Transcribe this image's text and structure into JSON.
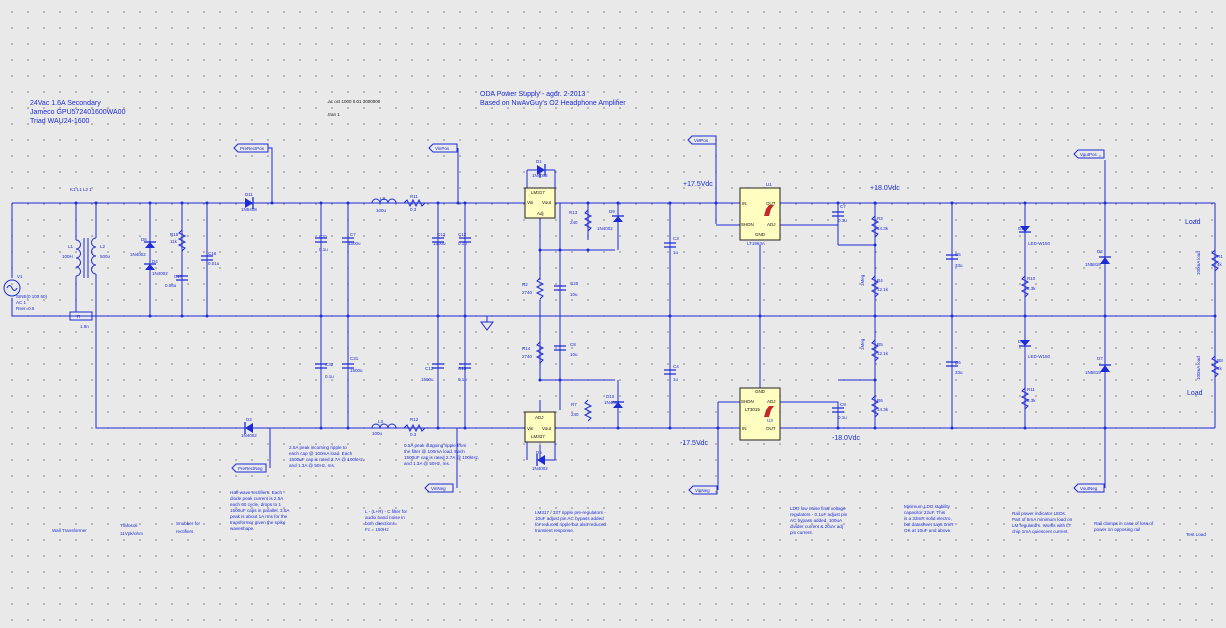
{
  "header": {
    "title_lines": [
      "ODA Power Supply - agdr. 2-2013",
      "Based on NwAvGuy's O2 Headphone Amplifier"
    ],
    "source_lines": [
      "24Vac 1.6A Secondary",
      "Jameco GPU572401600WA00",
      "Triad WAU24-1600"
    ],
    "sim_cmds": [
      ".ac oct 1000 0.01 3000000",
      ".tran 1"
    ]
  },
  "netlabels": {
    "pre_rect_pos": "PreRectPos",
    "pre_rect_neg": "PreRectNeg",
    "v_in_pos": "VinPos",
    "v_in_neg": "VinNeg",
    "v_in_pos2": "VinPos",
    "v_in_neg2": "VinNeg",
    "v_out_pos": "VoutPos",
    "v_out_neg": "VoutNeg"
  },
  "voltages": {
    "pos_in": "+17.5Vdc",
    "pos_out": "+18.0Vdc",
    "neg_in": "-17.5Vdc",
    "neg_out": "-18.0Vdc"
  },
  "components": {
    "k1": "K1 L1 L2 1",
    "l1": "L1",
    "l1_val": "100H",
    "l2": "L2",
    "l2_val": "500u",
    "r_tx": "R",
    "r_tx_val": "1.8n",
    "v1": "V1",
    "v1_spec": [
      "SINE(0 100 60)",
      "AC 1",
      "Rser=0.5"
    ],
    "d11": "D11",
    "d11_val": "1N5408",
    "d3": "D3",
    "d3_val": "1N4002",
    "d6": "D6",
    "d6_val": "1N4002",
    "d4": "D4",
    "d4_val": "1N4002",
    "r15": "R15",
    "r15_val": "11k",
    "c17": "C17",
    "c17_val": "0.06u",
    "c16": "C16",
    "c16_val": "0.01u",
    "c31": "C31",
    "c31_val": "0.1u",
    "c7": "C7",
    "c7_val": "1500u",
    "c32": "C32",
    "c32_val": "0.1u",
    "c31b": "C31",
    "c31b_val": "1500u",
    "l3": "L3",
    "l3_val": "100u",
    "r11": "R11",
    "r11_val": "0.3",
    "l3b": "L3",
    "l3b_val": "100u",
    "r12": "R12",
    "r12_val": "0.3",
    "c13": "C13",
    "c13_val": "1500u",
    "c12": "C12",
    "c12_val": "0.1u",
    "c12b": "C12",
    "c12b_val": "1500u",
    "c13b": "C13",
    "c13b_val": "0.1u",
    "lm317": "LM317",
    "lm337": "LM337",
    "d1": "D1",
    "d1_val": "1N4002",
    "d5": "D5",
    "d5_val": "1N4002",
    "r13": "R13",
    "r13_val": "240",
    "d9": "D9",
    "d9_val": "1N4002",
    "r7": "R7",
    "r7_val": "240",
    "d10": "D10",
    "d10_val": "1N4002",
    "r2": "R2",
    "r2_val": "2740",
    "c20": "C20",
    "c20_val": "10u",
    "r14": "R14",
    "r14_val": "2740",
    "c8": "C8",
    "c8_val": "10u",
    "c3": "C3",
    "c3_val": "1u",
    "c4": "C4",
    "c4_val": "1u",
    "u1": "U1",
    "u1_part": "LT1963A",
    "u3": "U3",
    "u3_part": "LT3015",
    "c7b": "C7",
    "c7b_val": "0.1u",
    "c9": "C9",
    "c9_val": "0.1u",
    "r3": "R3",
    "r3_val": "14.3k",
    "r4": "R4",
    "r4_val": "12.1k",
    "r5": "R5",
    "r5_val": "12.1k",
    "r6": "R6",
    "r6_val": "14.3k",
    "radj1": "1Meg",
    "radj2": "1Meg",
    "c5": "C5",
    "c5_val": "33u",
    "c6": "C6",
    "c6_val": "33u",
    "d13": "D13",
    "d13_val": "LED-W150",
    "d14": "D14",
    "d14_val": "LED-W150",
    "r10": "R10",
    "r10_val": "3.3k",
    "r11b": "R11",
    "r11b_val": "3.3k",
    "d2": "D2",
    "d2_val": "1N5819",
    "d7": "D7",
    "d7_val": "1N5819",
    "r1": "R1",
    "r1_val": "4k",
    "r8": "R8",
    "r8_val": "4k",
    "load1": "Load",
    "load2": "Load",
    "load_vert1": "100mA load",
    "load_vert2": "100mA load",
    "pin_in": "IN",
    "pin_out": "OUT",
    "pin_shdn": "SHDN",
    "pin_adj": "ADJ",
    "pin_gnd": "GND",
    "pin_vin": "Vin",
    "pin_vout": "Vout",
    "pin_adj2": "Adj"
  },
  "notes": {
    "wall": "Wall Transformer",
    "tx_model": [
      "Trafosoli",
      "11Vpk/ohm"
    ],
    "snubber": [
      "Snubber for",
      "rectifiers"
    ],
    "halfwave": [
      "Half-wave rectifiers. Each",
      "diode peak current is 2.5A",
      "each 60 cycle, drops to 1",
      "1500uF caps in parallel. 3.5A",
      "peak is about 1A rms for the",
      "transformer given the spike",
      "waveshape."
    ],
    "ripple1": [
      "2.5A peak incoming ripple to",
      "each cap @ 100mA load. Each",
      "1500uF cap is rated 2.7A @ 100kHz,",
      "and 1.3A @ 50Hz, ms."
    ],
    "lc": [
      "L - (L+R) - C filter for",
      "audio band noise in",
      "both directions",
      "Fc = 150Hz"
    ],
    "ripple2": [
      "0.5A peak outgoing ripple from",
      "the filter @ 100mA load. Each",
      "1500uF cap is rated 2.7A @ 100kHz,",
      "and 1.3A @ 50Hz, ms."
    ],
    "lm317": [
      "LM317 / 337 ripple pre-regulators -",
      "10uF adjust pin AC bypass added",
      "for reduced ripple but also reduced",
      "transient response."
    ],
    "ldo": [
      "LDO low noise final voltage",
      "regulators - 0.1uF adjust pin",
      "AC bypass added. 100uA",
      "divider current & 20uV adj",
      "pin current."
    ],
    "stability": [
      "Minimum LDO stability",
      "capacitor 22uF. This",
      "is a 33mR solid electro,",
      "but datasheet says 0mR",
      "OK at 10uF and above."
    ],
    "led": [
      "Rail power indicator LEDs.",
      "Part of 5mA minimum load on",
      "LM regulators. Works with LT",
      "chip 1mA quiescent current."
    ],
    "schottky": [
      "Rail clamps in case of loss of",
      "power on opposing rail"
    ],
    "testload": "Test Load"
  }
}
